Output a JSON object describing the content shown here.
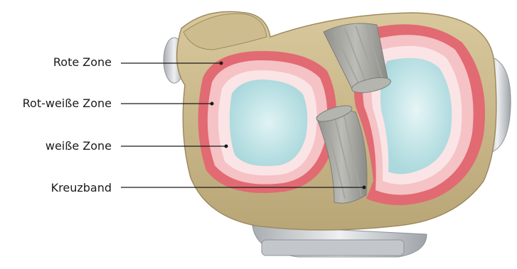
{
  "labels": {
    "red_zone": "Rote Zone",
    "red_white_zone": "Rot-weiße Zone",
    "white_zone": "weiße Zone",
    "cruciate_ligament": "Kreuzband"
  },
  "colors": {
    "bone": "#c9b98c",
    "bone_dark": "#a8966a",
    "cartilage": "#c8e8ea",
    "red_zone": "#e0606a",
    "red_zone_light": "#f4b8bc",
    "ligament": "#9a9a96",
    "metal": "#c9ccd0"
  },
  "icons": {
    "illustration": "knee-meniscus-diagram"
  }
}
